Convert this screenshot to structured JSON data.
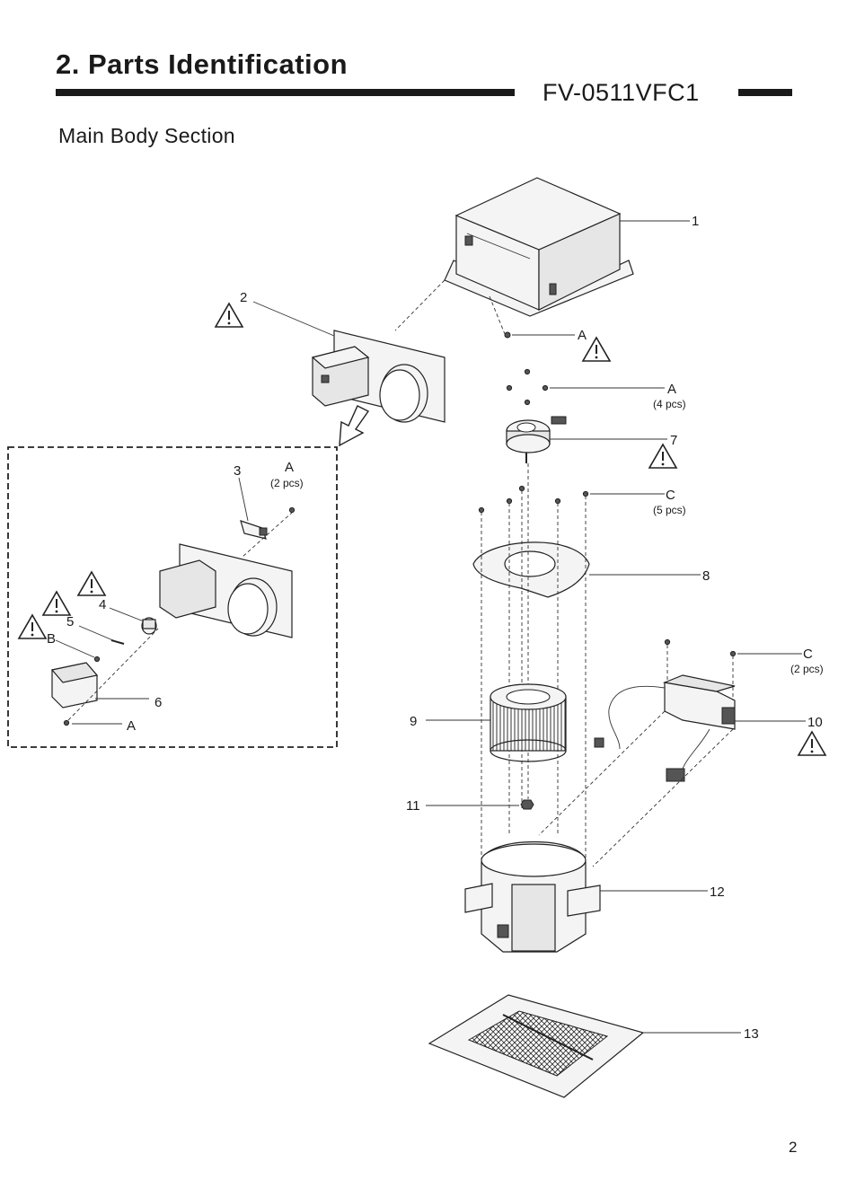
{
  "header": {
    "title": "2. Parts Identification",
    "model": "FV-0511VFC1",
    "section": "Main Body Section"
  },
  "labels": {
    "p1": "1",
    "p2": "2",
    "p3": "3",
    "p4": "4",
    "p5": "5",
    "p6": "6",
    "p7": "7",
    "p8": "8",
    "p9": "9",
    "p10": "10",
    "p11": "11",
    "p12": "12",
    "p13": "13",
    "screw_a": "A",
    "screw_b": "B",
    "screw_c": "C",
    "qty_4": "(4 pcs)",
    "qty_2": "(2 pcs)",
    "qty_5": "(5 pcs)"
  },
  "warning_icon": "warning-triangle-icon",
  "page_number": "2"
}
